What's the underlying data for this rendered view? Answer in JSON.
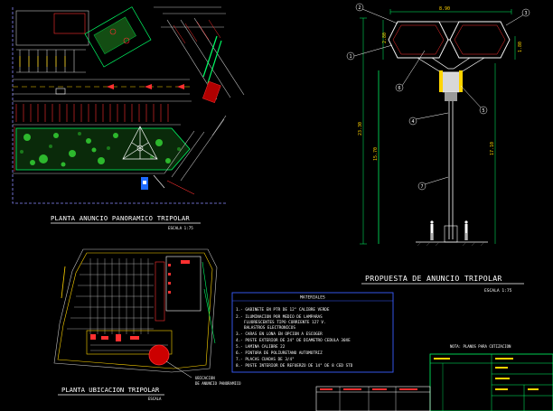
{
  "titles": {
    "plan_panoramic": "PLANTA ANUNCIO PANORAMICO TRIPOLAR",
    "plan_panoramic_scale": "ESCALA 1:75",
    "proposal": "PROPUESTA DE ANUNCIO TRIPOLAR",
    "proposal_scale": "ESCALA 1:75",
    "location_plan": "PLANTA UBICACION TRIPOLAR",
    "location_plan_scale": "ESCALA",
    "location_callout_1": "UBICACION",
    "location_callout_2": "DE ANUNCIO PANORAMICO"
  },
  "elevation": {
    "dim_top": "8.90",
    "dim_left_panel": "2.80",
    "dim_right_panel": "1.80",
    "dim_total": "23.30",
    "dim_mid": "15.70",
    "dim_right": "17.10",
    "callouts": [
      "1",
      "2",
      "3",
      "4",
      "5",
      "6",
      "7"
    ]
  },
  "materials": {
    "header": "MATERIALES",
    "items": [
      "1.- GABINETE EN PTR DE 12\" CALIBRE VERDE",
      "2.- ILUMINACION POR MEDIO DE LAMPARAS",
      "FLUORESCENTES TIPO CORRIENTE 127 V.",
      "BALASTROS ELECTRONICOS",
      "3.- CARAS EN LONA EN OPCION A ESCOGER",
      "4.- POSTE EXTERIOR DE 24\" DE DIAMETRO CEDULA 30XE",
      "5.- LAMINA CALIBRE 22",
      "6.- PINTURA DE POLIURETANO AUTOMOTRIZ",
      "7.- PLACAS CUADAS DE 3/4\"",
      "8.- POSTE INTERIOR DE REFUERZO DE 14\" DE 8 CED STD"
    ]
  },
  "title_block": {
    "note": "NOTA: PLANOS PARA COTIZACION"
  }
}
